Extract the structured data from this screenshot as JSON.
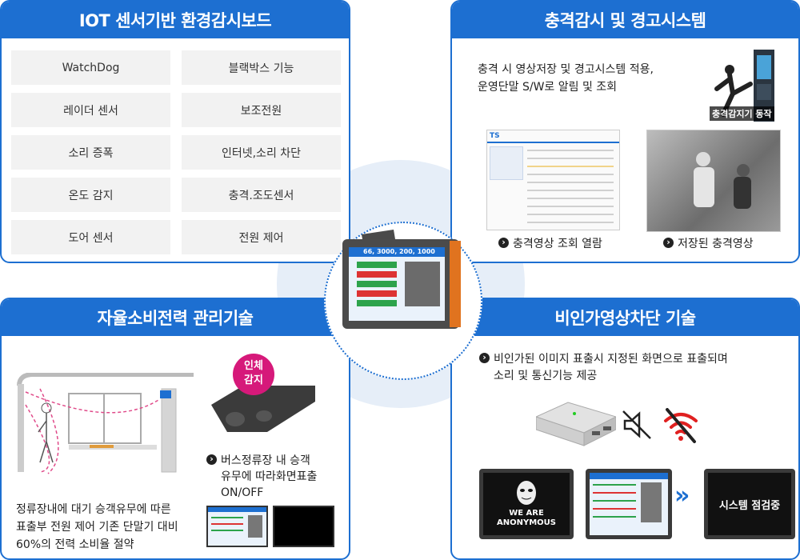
{
  "iot_panel": {
    "title": "IOT 센서기반 환경감시보드",
    "features": [
      [
        "WatchDog",
        "블랙박스 기능"
      ],
      [
        "레이더 센서",
        "보조전원"
      ],
      [
        "소리 증폭",
        "인터넷,소리 차단"
      ],
      [
        "온도 감지",
        "충격.조도센서"
      ],
      [
        "도어 센서",
        "전원 제어"
      ]
    ]
  },
  "impact_panel": {
    "title": "충격감시 및 경고시스템",
    "description_line1": "충격 시 영상저장 및 경고시스템 적용,",
    "description_line2": "운영단말 S/W로 알림 및 조회",
    "badge": "충격감지기 동작",
    "caption_left": "충격영상 조회 열람",
    "caption_right": "저장된 충격영상",
    "screenshot_title": "TS"
  },
  "power_panel": {
    "title": "자율소비전력 관리기술",
    "sensor_badge_line1": "인체",
    "sensor_badge_line2": "감지",
    "bullet_line1": "버스정류장 내 승객",
    "bullet_line2": "유무에 따라화면표출",
    "bullet_line3": "ON/OFF",
    "description_line1": "정류장내에 대기 승객유무에 따른",
    "description_line2": "표출부 전원 제어 기존 단말기 대비",
    "description_line3": "60%의 전력 소비율 절약"
  },
  "blocking_panel": {
    "title": "비인가영상차단 기술",
    "bullet_line1": "비인가된 이미지 표출시 지정된 화면으로 표출되며",
    "bullet_line2": "소리 및 통신기능 제공",
    "anonymous_line1": "WE ARE",
    "anonymous_line2": "ANONYMOUS",
    "maintenance_text": "시스템 점검중",
    "arrow_glyph": "»"
  },
  "center_device": {
    "screen_numbers": "66, 3000, 200, 1000"
  },
  "colors": {
    "primary": "#1d6fd1",
    "badge_pink": "#d6197a",
    "device_orange": "#e0731f"
  }
}
